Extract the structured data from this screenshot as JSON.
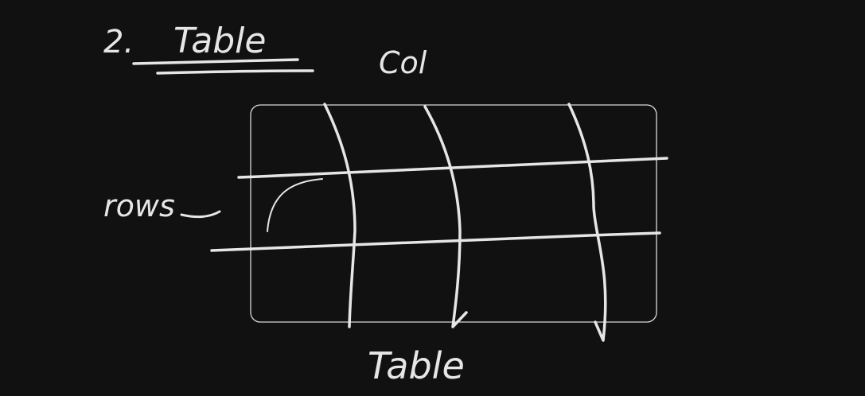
{
  "heading": {
    "number": "2.",
    "title": "Table"
  },
  "labels": {
    "col": "Col",
    "rows": "rows",
    "table": "Table"
  },
  "colors": {
    "background": "#111111",
    "ink": "#e6e6e6"
  }
}
